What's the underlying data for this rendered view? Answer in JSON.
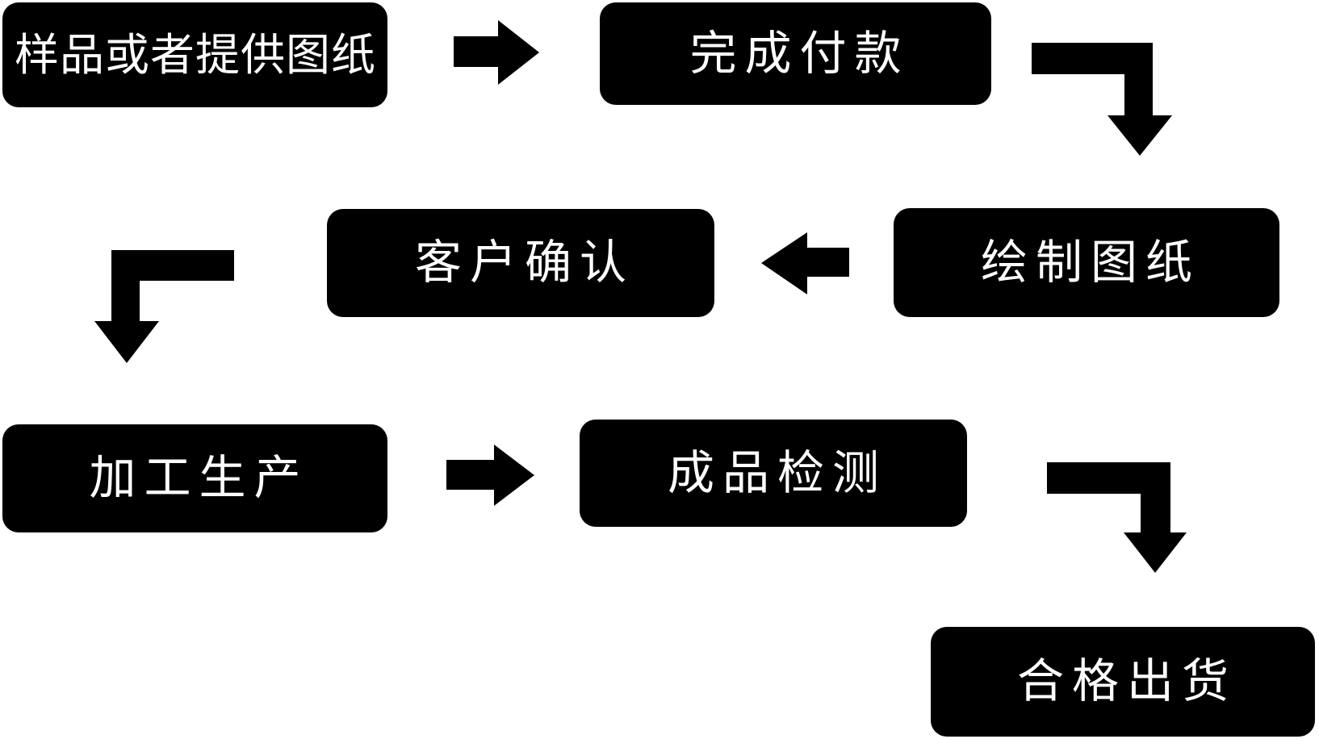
{
  "flowchart": {
    "title": "production-process-flowchart",
    "colors": {
      "node_background": "#000000",
      "node_text": "#ffffff",
      "arrow": "#000000",
      "page_background": "#ffffff"
    },
    "steps": [
      {
        "order": 1,
        "label": "样品或者提供图纸"
      },
      {
        "order": 2,
        "label": "完成付款"
      },
      {
        "order": 3,
        "label": "绘制图纸"
      },
      {
        "order": 4,
        "label": "客户确认"
      },
      {
        "order": 5,
        "label": "加工生产"
      },
      {
        "order": 6,
        "label": "成品检测"
      },
      {
        "order": 7,
        "label": "合格出货"
      }
    ],
    "connections": [
      {
        "from": "样品或者提供图纸",
        "to": "完成付款",
        "shape": "straight-right"
      },
      {
        "from": "完成付款",
        "to": "绘制图纸",
        "shape": "elbow-right-down"
      },
      {
        "from": "绘制图纸",
        "to": "客户确认",
        "shape": "straight-left"
      },
      {
        "from": "客户确认",
        "to": "加工生产",
        "shape": "elbow-left-down"
      },
      {
        "from": "加工生产",
        "to": "成品检测",
        "shape": "straight-right"
      },
      {
        "from": "成品检测",
        "to": "合格出货",
        "shape": "elbow-right-down"
      }
    ]
  }
}
